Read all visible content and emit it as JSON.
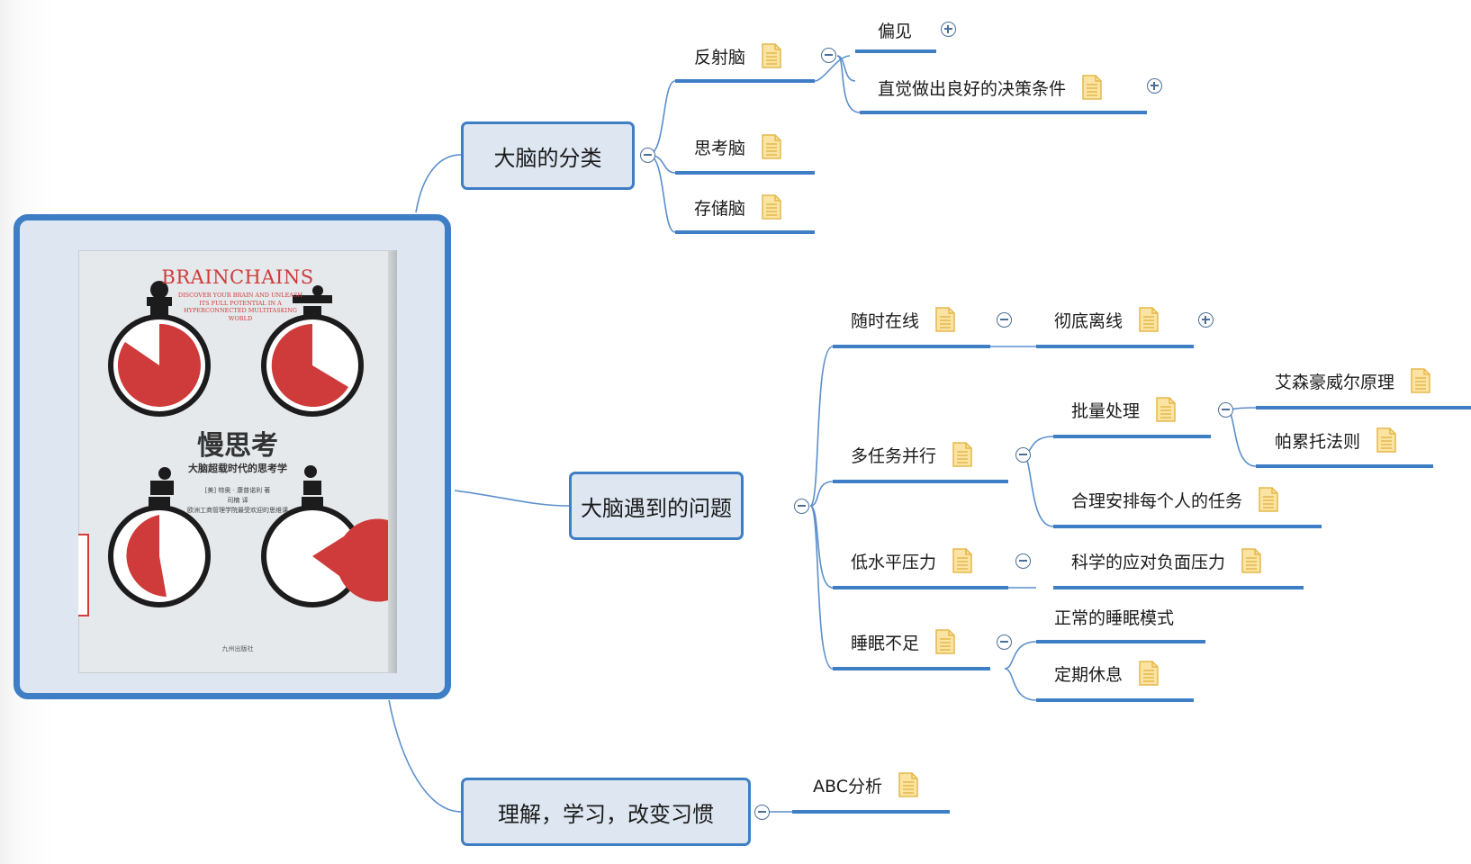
{
  "central": {
    "image_name": "book-cover-brainchains",
    "cover_brand": "BRAINCHAINS",
    "cover_subtitle_en": "DISCOVER YOUR BRAIN AND UNLEASH ITS FULL POTENTIAL IN A HYPERCONNECTED MULTITASKING WORLD",
    "cover_title": "慢思考",
    "cover_subtitle": "大脑超载时代的思考学",
    "cover_author_line": "[美] 特奥 · 康普诺利 著",
    "cover_translator_line": "司楠 译",
    "cover_tagline": "欧洲工商管理学院最受欢迎的思维课",
    "cover_publisher": "九州出版社"
  },
  "colors": {
    "accent": "#3e7ec5",
    "topic_fill": "#dde6f1",
    "line": "#5b8fcb",
    "note_fill": "#fbe4a3",
    "note_stroke": "#e5b84a",
    "cover_red": "#cf3a3a"
  },
  "topics": {
    "classification": {
      "label": "大脑的分类",
      "children": {
        "reflex": {
          "label": "反射脑",
          "children": {
            "bias": {
              "label": "偏见"
            },
            "intuition": {
              "label": "直觉做出良好的决策条件"
            }
          }
        },
        "thinking": {
          "label": "思考脑"
        },
        "storage": {
          "label": "存储脑"
        }
      }
    },
    "problems": {
      "label": "大脑遇到的问题",
      "children": {
        "online": {
          "label": "随时在线",
          "children": {
            "offline": {
              "label": "彻底离线"
            }
          }
        },
        "multitask": {
          "label": "多任务并行",
          "children": {
            "batch": {
              "label": "批量处理",
              "children": {
                "eisenhower": {
                  "label": "艾森豪威尔原理"
                },
                "pareto": {
                  "label": "帕累托法则"
                }
              }
            },
            "arrange": {
              "label": "合理安排每个人的任务"
            }
          }
        },
        "stress": {
          "label": "低水平压力",
          "children": {
            "cope": {
              "label": "科学的应对负面压力"
            }
          }
        },
        "sleep": {
          "label": "睡眠不足",
          "children": {
            "normal": {
              "label": "正常的睡眠模式"
            },
            "rest": {
              "label": "定期休息"
            }
          }
        }
      }
    },
    "habits": {
      "label": "理解，学习，改变习惯",
      "children": {
        "abc": {
          "label": "ABC分析"
        }
      }
    }
  }
}
